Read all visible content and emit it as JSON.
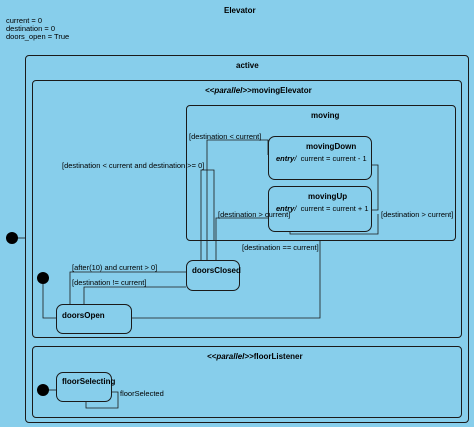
{
  "diagram": {
    "root_title": "Elevator",
    "variables": [
      "current = 0",
      "destination = 0",
      "doors_open = True"
    ],
    "active_title": "active",
    "moving_elevator": {
      "stereotype": "<<parallel>>",
      "name": "movingElevator"
    },
    "moving_title": "moving",
    "moving_down": {
      "name": "movingDown",
      "entry_keyword": "entry",
      "entry_slash": "/",
      "entry_action": "current = current - 1"
    },
    "moving_up": {
      "name": "movingUp",
      "entry_keyword": "entry",
      "entry_slash": "/",
      "entry_action": "current = current + 1"
    },
    "doors_closed_title": "doorsClosed",
    "doors_open_title": "doorsOpen",
    "floor_listener": {
      "stereotype": "<<parallel>>",
      "name": "floorListener"
    },
    "floor_selecting_title": "floorSelecting",
    "transitions": {
      "dest_lt_current": "[destination < current]",
      "dest_lt_and_ge": "[destination < current and destination >= 0]",
      "dest_gt_current_1": "[destination > current]",
      "dest_gt_current_2": "[destination > current]",
      "dest_eq_current": "[destination == current]",
      "after_10": "[after(10) and current > 0]",
      "dest_ne_current": "[destination != current]",
      "floor_selected": "floorSelected"
    }
  }
}
